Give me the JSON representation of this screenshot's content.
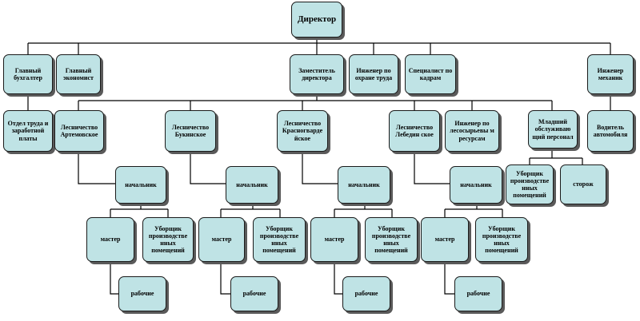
{
  "nodes": {
    "director": "Директор",
    "chief_accountant": "Главный бухгалтер",
    "chief_economist": "Главный экономист",
    "deputy_director": "Заместитель директора",
    "safety_engineer": "Инженер по охране труда",
    "hr_specialist": "Специалист по кадрам",
    "mechanic_engineer": "Инженер механик",
    "labor_wages_dept": "Отдел труда и заработной платы",
    "forestry_artemovskoe": "Лесничество Артемовское",
    "forestry_bukinskoe": "Лесничество Букинское",
    "forestry_krasnogvard": "Лесничество Красногварде йское",
    "forestry_lebedin": "Лесничество Лебедин ское",
    "forest_resources_engineer": "Инженер по лесосырьевы м ресурсам",
    "junior_service_staff": "Младший обслуживаю щий персонал",
    "car_driver": "Водитель автомобиля",
    "cleaner_service": "Уборщик производстве нных помещений",
    "watchman": "сторож",
    "branch_1": {
      "chief": "начальник",
      "master": "мастер",
      "cleaner": "Уборщик производстве нных помещений",
      "workers": "рабочие"
    },
    "branch_2": {
      "chief": "начальник",
      "master": "мастер",
      "cleaner": "Уборщик производстве нных помещений",
      "workers": "рабочие"
    },
    "branch_3": {
      "chief": "начальник",
      "master": "мастер",
      "cleaner": "Уборщик производстве нных помещений",
      "workers": "рабочие"
    },
    "branch_4": {
      "chief": "начальник",
      "master": "мастер",
      "cleaner": "Уборщик производстве нных помещений",
      "workers": "рабочие"
    }
  },
  "colors": {
    "box_fill": "#bfe3e5",
    "line": "#000000",
    "shadow": "#5a5a5a"
  }
}
